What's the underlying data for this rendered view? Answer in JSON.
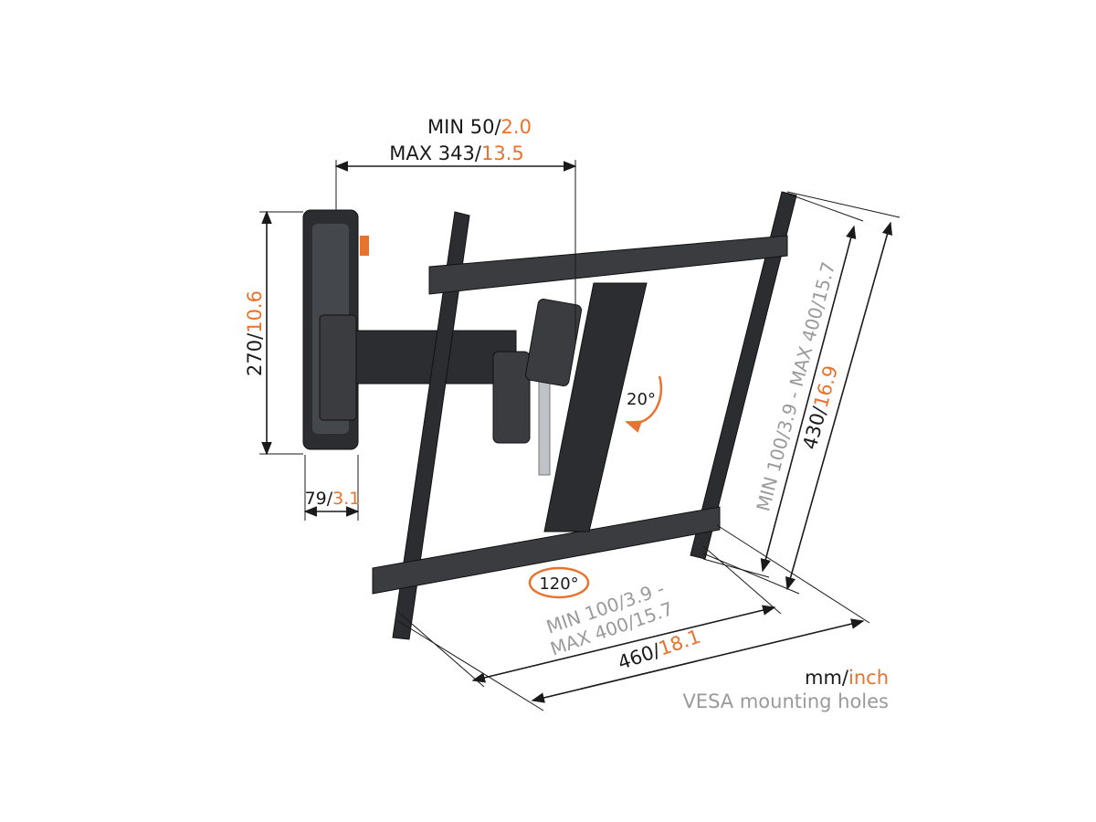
{
  "depth_dimension": {
    "min_mm": "MIN 50/",
    "min_in": "2.0",
    "max_mm": "MAX 343/",
    "max_in": "13.5"
  },
  "wallplate_height": {
    "mm": "270/",
    "in": "10.6"
  },
  "wallplate_width": {
    "mm": "79/",
    "in": "3.1"
  },
  "tilt": {
    "label": "20°"
  },
  "swivel": {
    "label": "120°"
  },
  "vesa_vertical": {
    "line1": "MIN 100/3.9 - MAX 400/15.7"
  },
  "frame_height": {
    "mm": "430/",
    "in": "16.9"
  },
  "vesa_horizontal": {
    "line1": "MIN 100/3.9 -",
    "line2": "MAX 400/15.7"
  },
  "frame_width": {
    "mm": "460/",
    "in": "18.1"
  },
  "legend": {
    "mm": "mm/",
    "inch": "inch",
    "caption": "VESA mounting holes"
  },
  "colors": {
    "accent": "#e8732e",
    "gray": "#9a9a9a",
    "dark": "#1a1a1a"
  }
}
